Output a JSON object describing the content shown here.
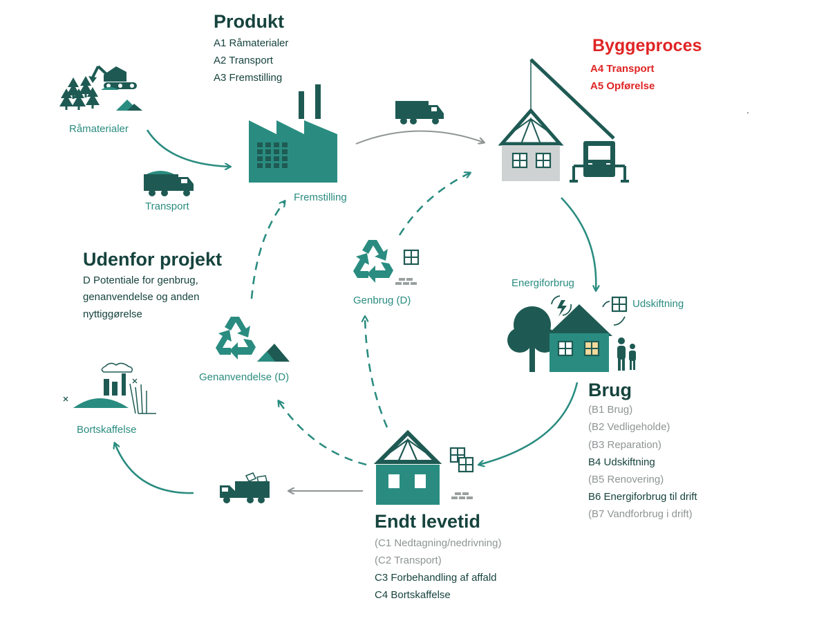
{
  "colors": {
    "teal": "#2a8c80",
    "dark_teal": "#1e5a53",
    "heading": "#16433d",
    "grey_text": "#8f9494",
    "red": "#e02424",
    "window_yellow": "#f3d99b",
    "grey_wall": "#cfd2d2"
  },
  "produkt": {
    "title": "Produkt",
    "items": [
      "A1 Råmaterialer",
      "A2 Transport",
      "A3 Fremstilling"
    ]
  },
  "byggeproces": {
    "title": "Byggeproces",
    "items": [
      "A4 Transport",
      "A5 Opførelse"
    ]
  },
  "udenfor": {
    "title": "Udenfor projekt",
    "lines": [
      "D Potentiale for genbrug,",
      "genanvendelse og anden",
      "nyttiggørelse"
    ]
  },
  "brug": {
    "title": "Brug",
    "items": [
      {
        "text": "(B1 Brug)",
        "active": false
      },
      {
        "text": "(B2 Vedligeholde)",
        "active": false
      },
      {
        "text": "(B3 Reparation)",
        "active": false
      },
      {
        "text": "B4 Udskiftning",
        "active": true
      },
      {
        "text": "(B5 Renovering)",
        "active": false
      },
      {
        "text": "B6 Energiforbrug til drift",
        "active": true
      },
      {
        "text": "(B7 Vandforbrug i drift)",
        "active": false
      }
    ]
  },
  "endt": {
    "title": "Endt levetid",
    "items": [
      {
        "text": "(C1 Nedtagning/nedrivning)",
        "active": false
      },
      {
        "text": "(C2 Transport)",
        "active": false
      },
      {
        "text": "C3 Forbehandling af affald",
        "active": true
      },
      {
        "text": "C4 Bortskaffelse",
        "active": true
      }
    ]
  },
  "labels": {
    "raamaterialer": "Råmaterialer",
    "transport": "Transport",
    "fremstilling": "Fremstilling",
    "genbrug": "Genbrug (D)",
    "genanvendelse": "Genanvendelse (D)",
    "bortskaffelse": "Bortskaffelse",
    "energiforbrug": "Energiforbrug",
    "udskiftning": "Udskiftning",
    "dot": "."
  },
  "icons": [
    "excavator-forest-icon",
    "dump-truck-icon",
    "factory-icon",
    "delivery-truck-icon",
    "crane-house-icon",
    "recycle-icon",
    "window-icon",
    "bricks-icon",
    "house-tree-family-icon",
    "landfill-icon",
    "house-frame-icon",
    "waste-truck-icon"
  ]
}
